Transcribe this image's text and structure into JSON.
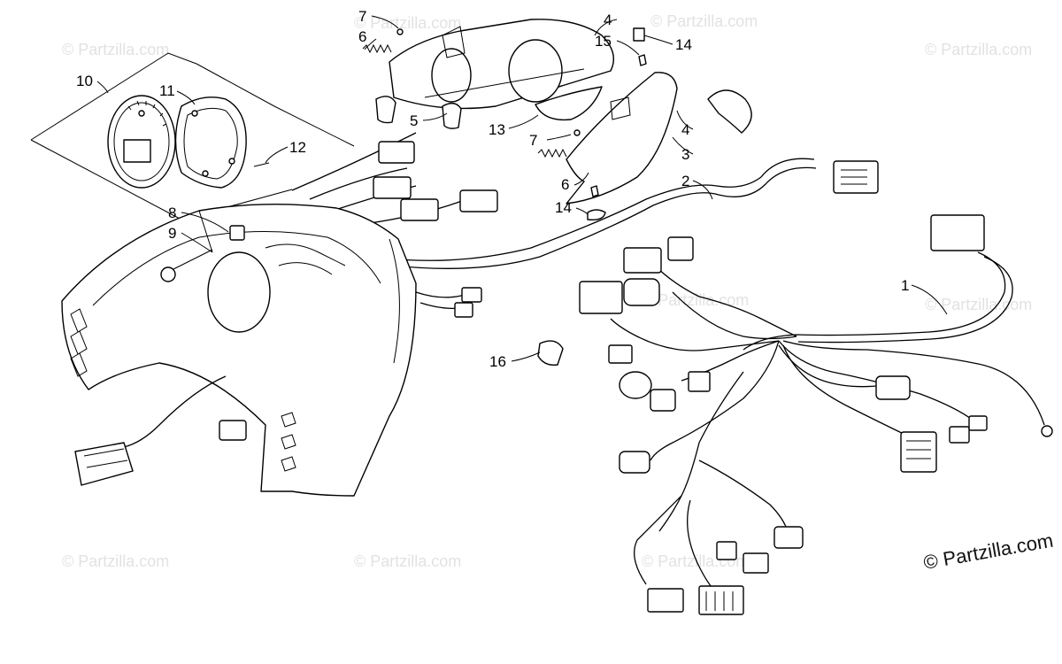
{
  "callouts": [
    {
      "id": "c1",
      "text": "1"
    },
    {
      "id": "c2",
      "text": "2"
    },
    {
      "id": "c3",
      "text": "3"
    },
    {
      "id": "c4a",
      "text": "4"
    },
    {
      "id": "c4b",
      "text": "4"
    },
    {
      "id": "c5",
      "text": "5"
    },
    {
      "id": "c6a",
      "text": "6"
    },
    {
      "id": "c6b",
      "text": "6"
    },
    {
      "id": "c7a",
      "text": "7"
    },
    {
      "id": "c7b",
      "text": "7"
    },
    {
      "id": "c8",
      "text": "8"
    },
    {
      "id": "c9",
      "text": "9"
    },
    {
      "id": "c10",
      "text": "10"
    },
    {
      "id": "c11",
      "text": "11"
    },
    {
      "id": "c12",
      "text": "12"
    },
    {
      "id": "c13",
      "text": "13"
    },
    {
      "id": "c14a",
      "text": "14"
    },
    {
      "id": "c14b",
      "text": "14"
    },
    {
      "id": "c15",
      "text": "15"
    },
    {
      "id": "c16",
      "text": "16"
    }
  ],
  "watermark": {
    "text": "© Partzilla.com",
    "main_text": "© Partzilla.com"
  }
}
